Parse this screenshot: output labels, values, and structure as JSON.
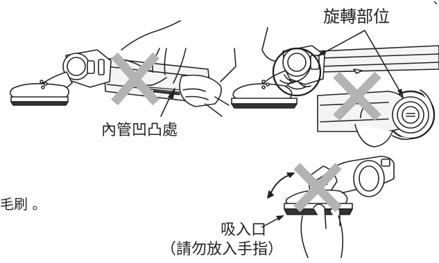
{
  "labels": {
    "rotate_part": "旋轉部位",
    "inner_tube_bump": "內管凹凸處",
    "brush_fragment": "毛刷 。",
    "suction_inlet": "吸入口",
    "finger_warning": "（請勿放入手指）"
  },
  "colors": {
    "line": "#222222",
    "cross": "#b3b3b3",
    "tube_fill": "#f3f3f3",
    "brush_bristle": "#333333"
  },
  "icons": [
    "cross-mark-icon",
    "arrow-icon",
    "rotate-arrow-icon"
  ]
}
